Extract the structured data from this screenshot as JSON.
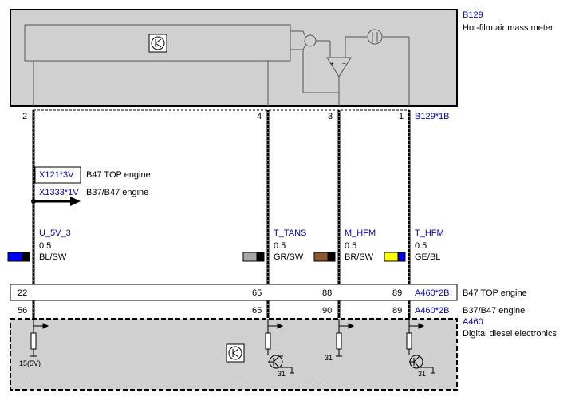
{
  "sensor": {
    "id": "B129",
    "name": "Hot-film air mass meter",
    "connector": "B129*1B",
    "pins": [
      "2",
      "4",
      "3",
      "1"
    ]
  },
  "splice": {
    "x121": "X121*3V",
    "x121_desc": "B47 TOP engine",
    "x1333": "X1333*1V",
    "x1333_desc": "B37/B47 engine"
  },
  "wires": [
    {
      "signal": "U_5V_3",
      "size": "0.5",
      "color": "BL/SW",
      "c1": "#0000ee",
      "c2": "#000000"
    },
    {
      "signal": "T_TANS",
      "size": "0.5",
      "color": "GR/SW",
      "c1": "#a8a8a8",
      "c2": "#000000"
    },
    {
      "signal": "M_HFM",
      "size": "0.5",
      "color": "BR/SW",
      "c1": "#8b5a2b",
      "c2": "#000000"
    },
    {
      "signal": "T_HFM",
      "size": "0.5",
      "color": "GE/BL",
      "c1": "#ffff00",
      "c2": "#0000ee"
    }
  ],
  "top_row": {
    "pins": [
      "22",
      "65",
      "88",
      "89"
    ],
    "connector": "A460*2B",
    "desc": "B47 TOP engine"
  },
  "bottom_row": {
    "pins": [
      "56",
      "65",
      "90",
      "89"
    ],
    "connector": "A460*2B",
    "desc": "B37/B47 engine"
  },
  "ecu": {
    "id": "A460",
    "name": "Digital diesel electronics",
    "label_15": "15(5V)",
    "ground_1": "31",
    "ground_2": "31",
    "ground_3": "31"
  }
}
